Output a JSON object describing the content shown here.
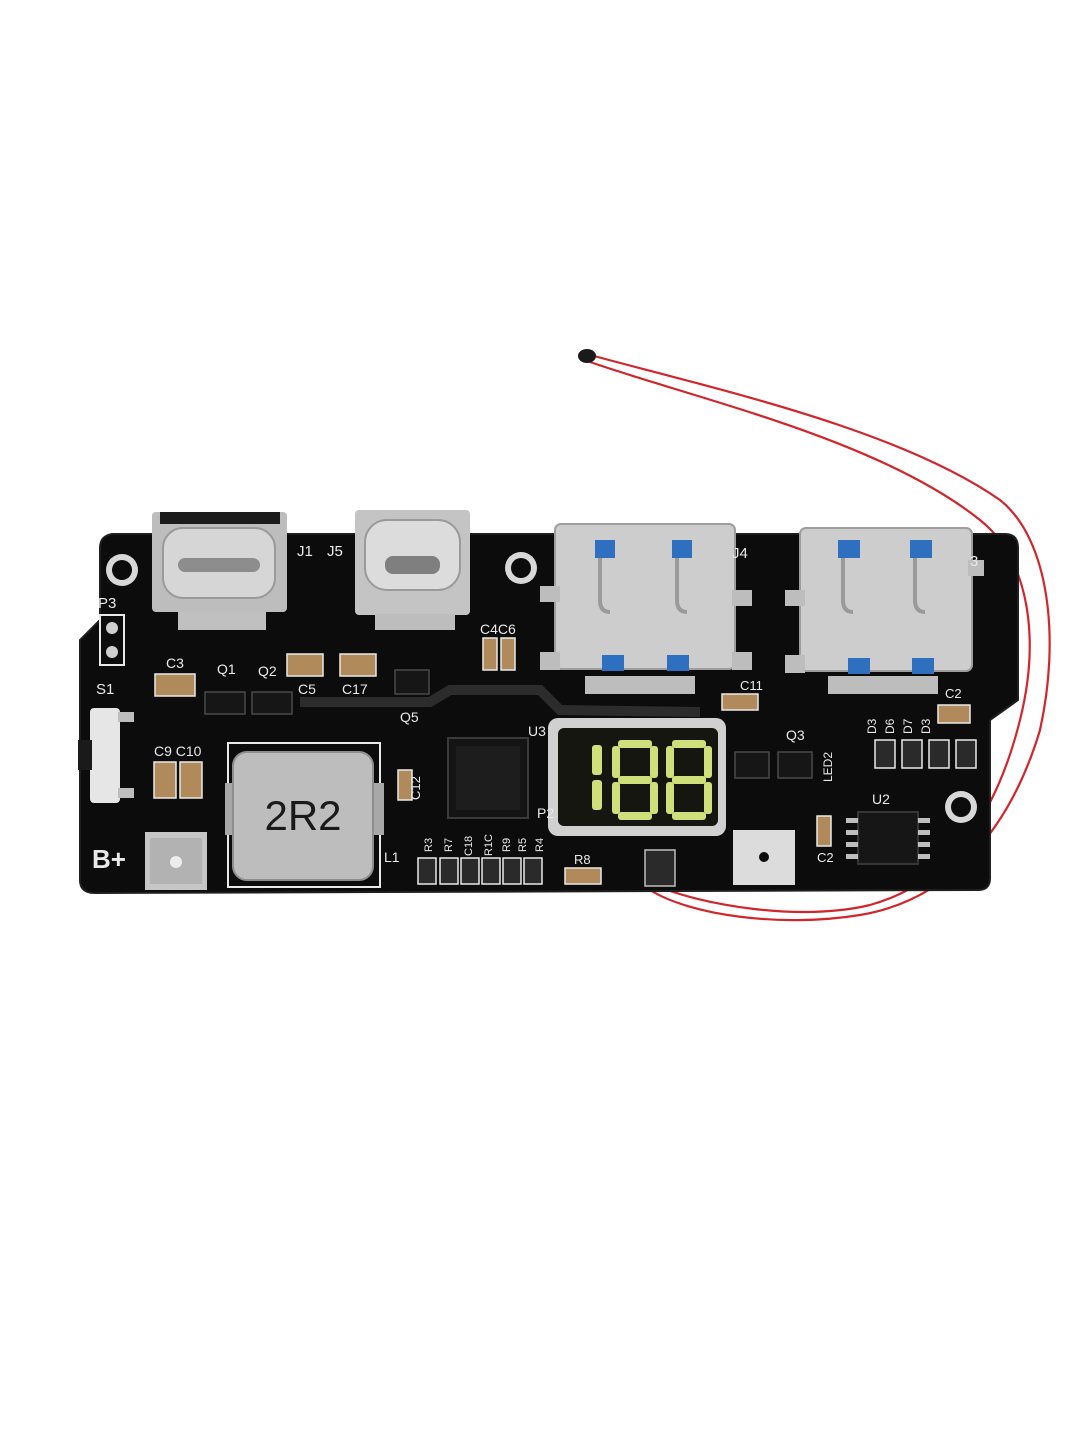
{
  "board": {
    "inductor_marking": "2R2",
    "battery_label": "B+",
    "display_digits": "188",
    "colors": {
      "pcb": "#0c0c0c",
      "silkscreen": "#e9e9e9",
      "metal": "#c9c9c9",
      "usb_tongue": "#2f6fbf",
      "display": "#cfe07a",
      "wire": "#d1262b"
    },
    "labels": {
      "j1": "J1",
      "j5": "J5",
      "j4": "J4",
      "j3": "3",
      "p3": "P3",
      "s1": "S1",
      "c3": "C3",
      "q1": "Q1",
      "q2": "Q2",
      "c5": "C5",
      "c17": "C17",
      "q5": "Q5",
      "c4c6": "C4C6",
      "c9c10": "C9 C10",
      "c12": "C12",
      "l1": "L1",
      "u3": "U3",
      "p2": "P2",
      "r8": "R8",
      "c11": "C11",
      "q3": "Q3",
      "led2": "LED2",
      "u2": "U2",
      "c2a": "C2",
      "c2b": "C2",
      "d3a": "D3",
      "d6": "D6",
      "d7": "D7",
      "d3b": "D3",
      "r3": "R3",
      "r7": "R7",
      "c18": "C18",
      "r1c": "R1C",
      "r9": "R9",
      "r5": "R5",
      "r4": "R4"
    }
  }
}
